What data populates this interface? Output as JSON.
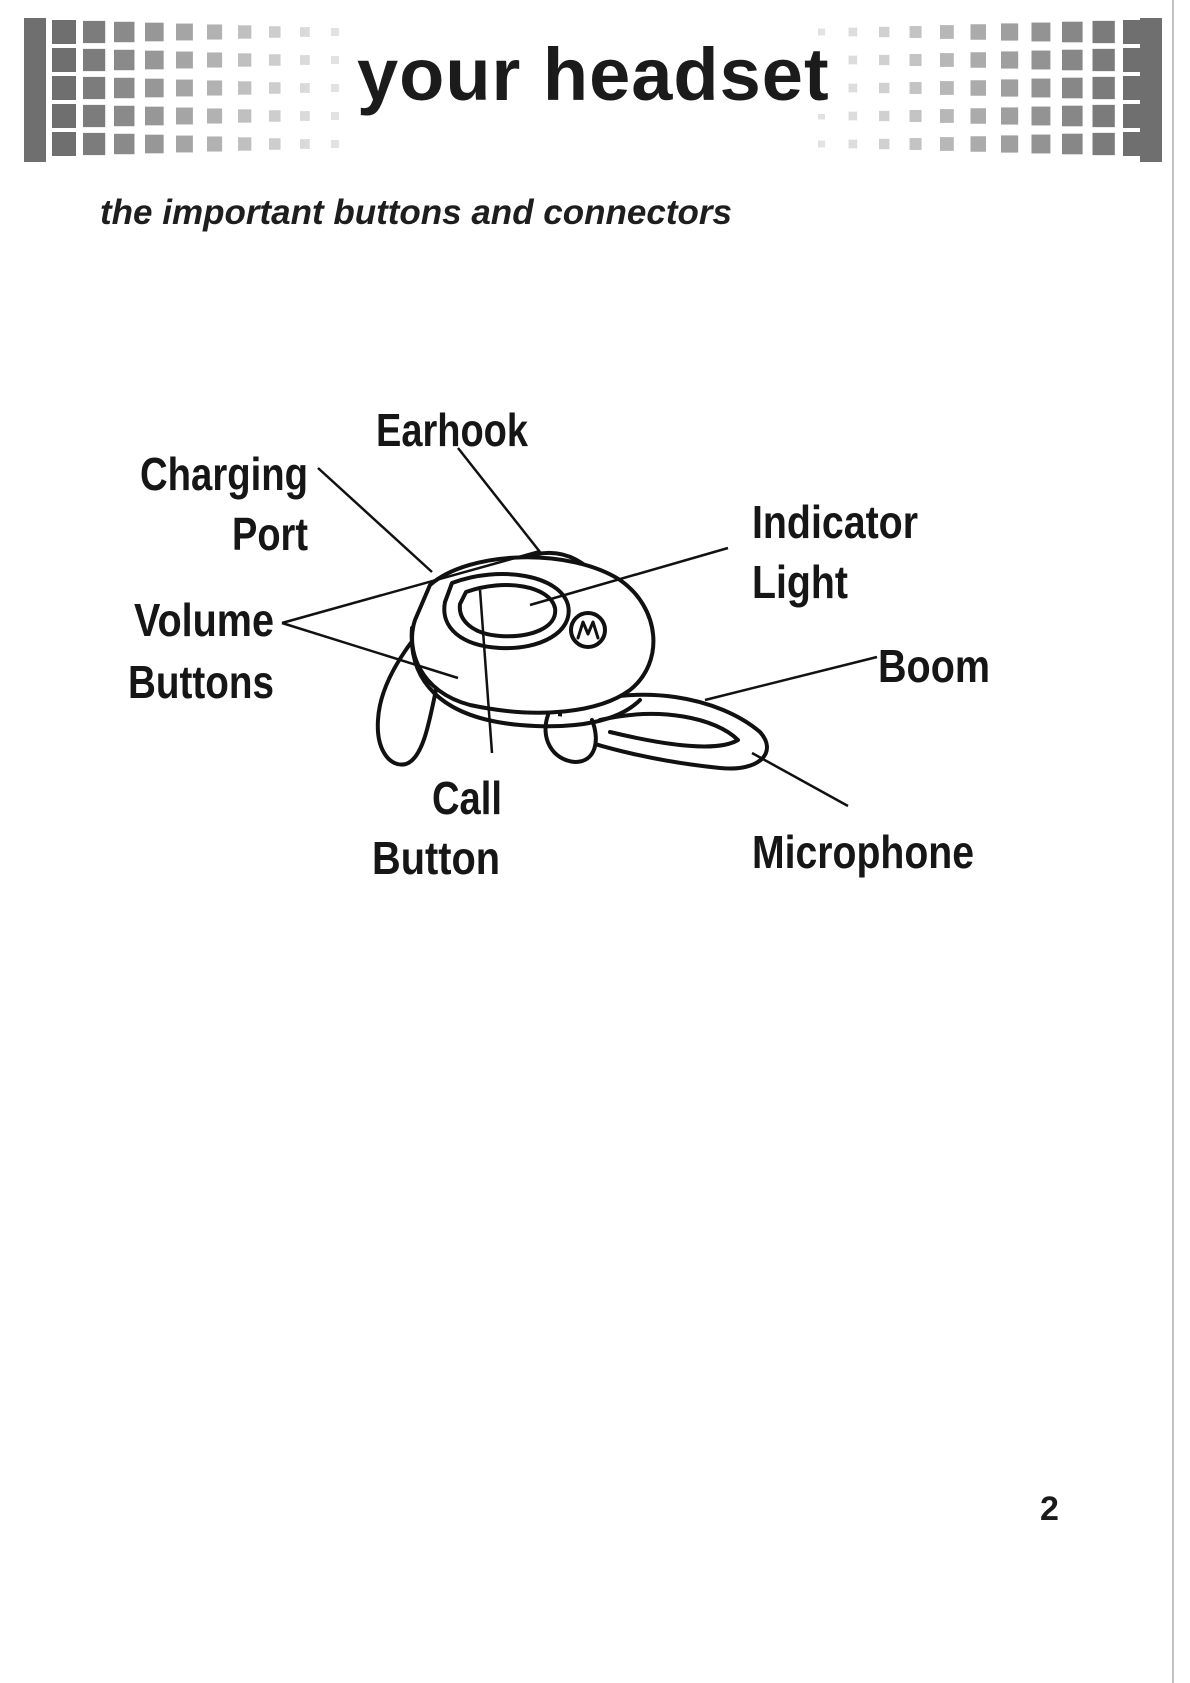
{
  "header": {
    "title": "your headset",
    "subtitle": "the important buttons and connectors"
  },
  "diagram": {
    "labels": {
      "earhook": "Earhook",
      "charging_line1": "Charging",
      "charging_line2": "Port",
      "volume_line1": "Volume",
      "volume_line2": "Buttons",
      "indicator_line1": "Indicator",
      "indicator_line2": "Light",
      "boom": "Boom",
      "call_line1": "Call",
      "call_line2": "Button",
      "microphone": "Microphone"
    }
  },
  "footer": {
    "page_number": "2"
  },
  "colors": {
    "banner_dark": "#6f6f6f",
    "banner_light": "#e2e2e2"
  }
}
